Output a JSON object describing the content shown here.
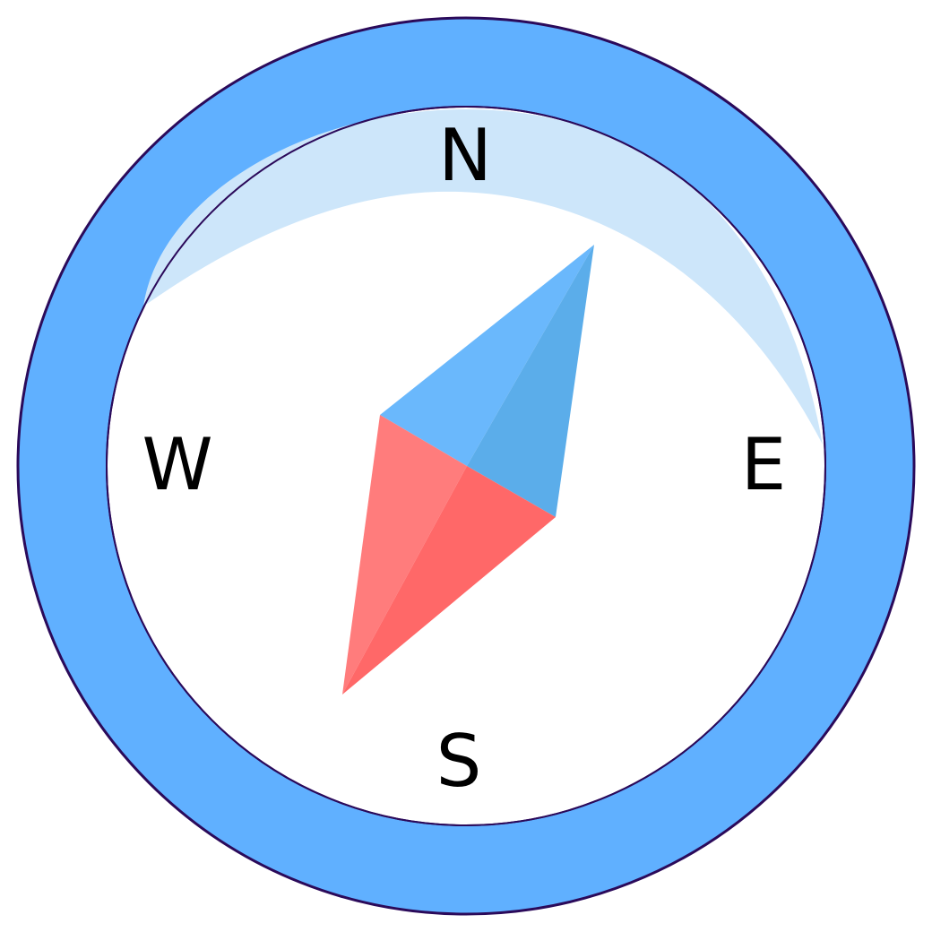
{
  "compass": {
    "directions": {
      "north": "N",
      "east": "E",
      "south": "S",
      "west": "W"
    },
    "colors": {
      "bezel": "#60b0ff",
      "outline": "#2b0a5a",
      "face": "#ffffff",
      "glare": "#cde6fa",
      "needle_north_light": "#6ab8fc",
      "needle_north_dark": "#5badea",
      "needle_south_light": "#ff7c7c",
      "needle_south_dark": "#ff6868",
      "label": "#000000"
    }
  }
}
